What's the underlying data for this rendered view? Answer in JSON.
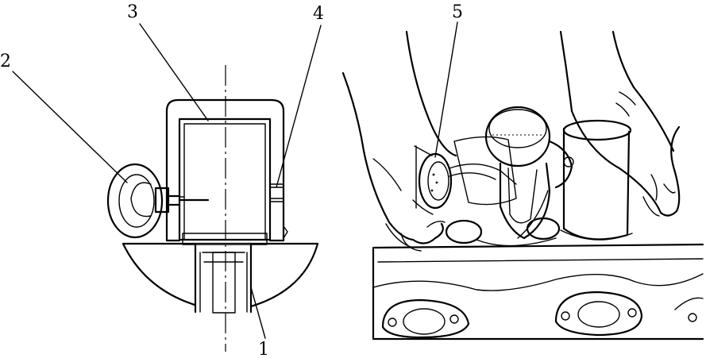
{
  "figure": {
    "callouts": {
      "c1": "1",
      "c2": "2",
      "c3": "3",
      "c4": "4",
      "c5": "5"
    }
  },
  "colors": {
    "ink": "#000000",
    "paper": "#ffffff"
  }
}
